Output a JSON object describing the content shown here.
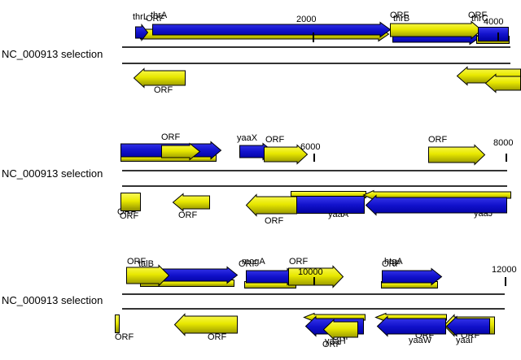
{
  "view": {
    "background": "#FFFFFF"
  },
  "colors": {
    "gene_blue": "#1212CC",
    "orf_yellow": "#E8E800",
    "outline": "#000000",
    "sequence_line": "#333333"
  },
  "tracks": [
    {
      "label": "NC_000913 selection",
      "ruler_ticks": [
        "2000",
        "4000"
      ],
      "fwd_labels": [
        "thrL",
        "ORF",
        "thrA",
        "ORF",
        "thrB",
        "ORF",
        "thrC"
      ],
      "rev_labels": [
        "ORF"
      ]
    },
    {
      "label": "NC_000913 selection",
      "ruler_ticks": [
        "6000",
        "8000"
      ],
      "fwd_labels": [
        "ORF",
        "yaaX",
        "ORF",
        "ORF"
      ],
      "rev_labels": [
        "ORF",
        "ORF",
        "ORF",
        "ORF",
        "ORF",
        "yaaA",
        "yaaJ"
      ]
    },
    {
      "label": "NC_000913 selection",
      "ruler_ticks": [
        "10000",
        "12000"
      ],
      "fwd_labels": [
        "ORF",
        "talB",
        "ORF",
        "mogA",
        "ORF",
        "ORF",
        "htgA"
      ],
      "rev_labels": [
        "ORF",
        "ORF",
        "ORF",
        "yaaH",
        "ORF",
        "ORF",
        "yaaW",
        "ORF",
        "yaaI"
      ]
    }
  ]
}
